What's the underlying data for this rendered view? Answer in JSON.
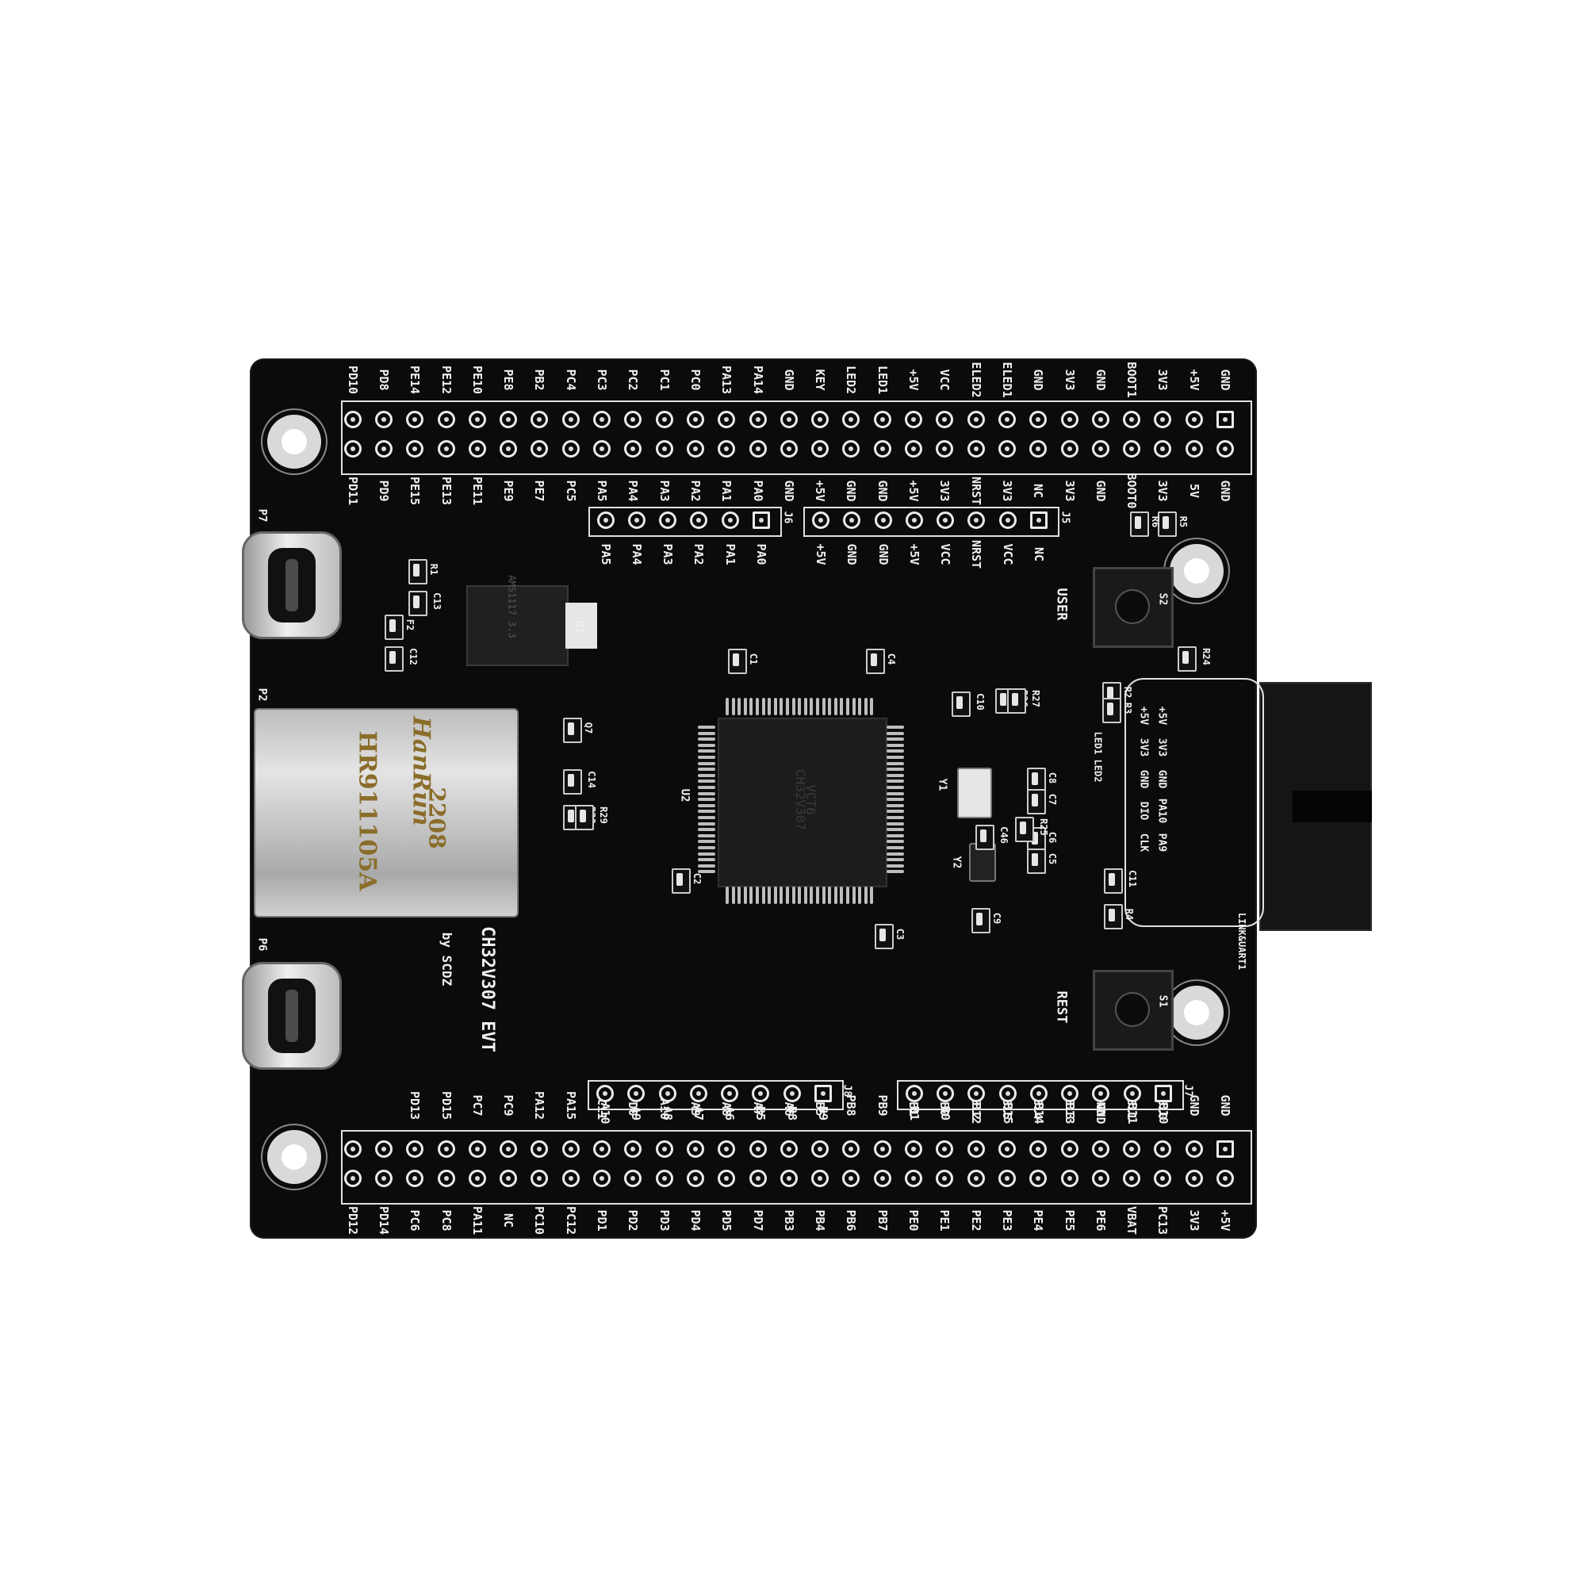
{
  "board": {
    "title": "CH32V307 EVT",
    "author": "by SCDZ",
    "rj45_brand": "HanRun",
    "rj45_part": "HR911105A",
    "rj45_code": "2208",
    "mcu_line1": "CH32V307",
    "mcu_line2": "VCT6",
    "regulator_text": "AMS1117 3.3",
    "button_user": "USER",
    "button_reset": "REST",
    "conn_label": "LINK&UART1",
    "label_p7": "P7",
    "label_p2": "P2",
    "label_p6": "P6",
    "label_u1": "U1",
    "label_u2": "U2",
    "label_j5": "J5",
    "label_j6": "J6",
    "label_j7": "J7",
    "label_j8": "J8",
    "label_s1": "S1",
    "label_s2": "S2",
    "label_y1": "Y1",
    "label_y2": "Y2"
  },
  "top_header_outer": [
    "PD10",
    "PD8",
    "PE14",
    "PE12",
    "PE10",
    "PE8",
    "PB2",
    "PC4",
    "PC3",
    "PC2",
    "PC1",
    "PC0",
    "PA13",
    "PA14",
    "GND",
    "KEY",
    "LED2",
    "LED1",
    "+5V",
    "VCC",
    "ELED2",
    "ELED1",
    "GND",
    "3V3",
    "GND",
    "BOOT1",
    "3V3",
    "+5V",
    "GND"
  ],
  "top_header_inner": [
    "PD11",
    "PD9",
    "PE15",
    "PE13",
    "PE11",
    "PE9",
    "PE7",
    "PC5",
    "PA5",
    "PA4",
    "PA3",
    "PA2",
    "PA1",
    "PA0",
    "GND",
    "+5V",
    "GND",
    "GND",
    "+5V",
    "3V3",
    "NRST",
    "3V3",
    "NC",
    "3V3",
    "GND",
    "BOOT0",
    "3V3",
    "5V",
    "GND"
  ],
  "j6_labels": [
    "PA5",
    "PA4",
    "PA3",
    "PA2",
    "PA1",
    "PA0"
  ],
  "j5_labels": [
    "+5V",
    "GND",
    "GND",
    "+5V",
    "VCC",
    "NRST",
    "VCC",
    "NC"
  ],
  "bottom_header_outer": [
    "PD13",
    "PD15",
    "PC7",
    "PC9",
    "PA12",
    "PA15",
    "PC11",
    "PD0",
    "PA10",
    "PA9",
    "PA8",
    "PA7",
    "PA6",
    "PB5",
    "PB8",
    "PB9",
    "PB1",
    "PB0",
    "PB12",
    "PB15",
    "PB14",
    "PB13",
    "GND",
    "PB11",
    "PB10",
    "GND",
    "GND"
  ],
  "bottom_header_inner": [
    "PD12",
    "PD14",
    "PC6",
    "PC8",
    "PA11",
    "NC",
    "PC10",
    "PC12",
    "PD1",
    "PD2",
    "PD3",
    "PD4",
    "PD5",
    "PD7",
    "PB3",
    "PB4",
    "PB6",
    "PB7",
    "PE0",
    "PE1",
    "PE2",
    "PE3",
    "PE4",
    "PE5",
    "PE6",
    "VBAT",
    "PC13",
    "3V3",
    "+5V"
  ],
  "j8_labels": [
    "A10",
    "A9",
    "A8",
    "A7",
    "A6",
    "B5",
    "B8",
    "B9"
  ],
  "j7_labels": [
    "B1",
    "B0",
    "B12",
    "B15",
    "B14",
    "B13",
    "GND",
    "B11",
    "B10"
  ],
  "conn_pin_labels": [
    "+5V",
    "3V3",
    "GND",
    "PA10",
    "PA9"
  ],
  "conn_pin_labels2": [
    "+5V",
    "3V3",
    "GND",
    "DIO",
    "CLK"
  ],
  "small_labels": [
    "C1",
    "C4",
    "C2",
    "C3",
    "C10",
    "C8",
    "C7",
    "C6",
    "C5",
    "C9",
    "C46",
    "R25",
    "R26",
    "R27",
    "Q7",
    "C14",
    "R28",
    "R29",
    "R1",
    "C13",
    "F2",
    "C12",
    "R5",
    "R6",
    "R2",
    "R3",
    "R24",
    "R4",
    "C11",
    "LED1",
    "LED2"
  ]
}
